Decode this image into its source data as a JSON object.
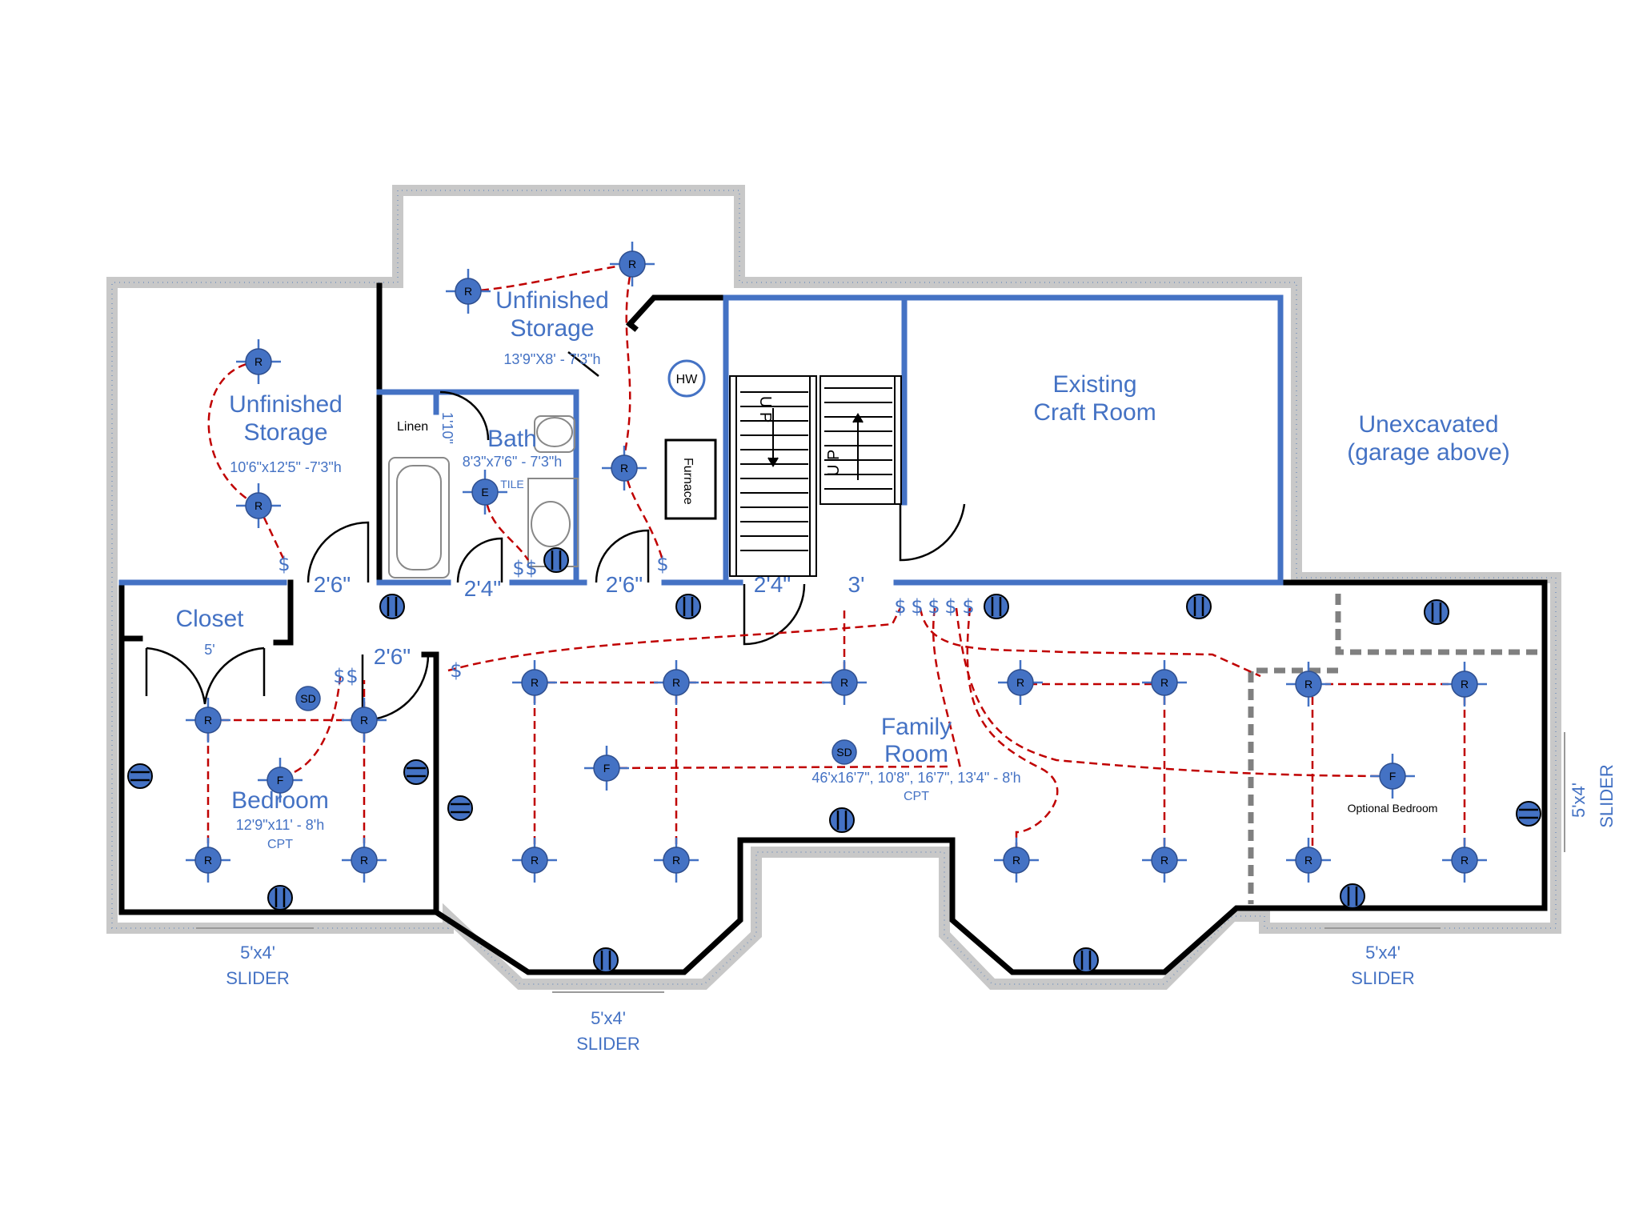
{
  "rooms": {
    "storage_left": {
      "name_line1": "Unfinished",
      "name_line2": "Storage",
      "dims": "10'6\"x12'5\" -7'3\"h"
    },
    "storage_top": {
      "name_line1": "Unfinished",
      "name_line2": "Storage",
      "dims": "13'9\"X8' - 7'3\"h"
    },
    "linen": {
      "name": "Linen",
      "dim": "1'10\""
    },
    "bath": {
      "name": "Bath",
      "dims": "8'3\"x7'6\" - 7'3\"h",
      "floor": "TILE"
    },
    "furnace": {
      "name": "Furnace"
    },
    "hot_water": {
      "name": "HW"
    },
    "stairs": {
      "up_a": "U P",
      "up_b": "U P"
    },
    "craft": {
      "name_line1": "Existing",
      "name_line2": "Craft Room"
    },
    "unexcavated": {
      "name_line1": "Unexcavated",
      "name_line2": "(garage above)"
    },
    "closet": {
      "name": "Closet",
      "width": "5'"
    },
    "bedroom": {
      "name": "Bedroom",
      "dims": "12'9\"x11' - 8'h",
      "floor": "CPT"
    },
    "family": {
      "name_line1": "Family",
      "name_line2": "Room",
      "dims": "46'x16'7\", 10'8\", 16'7\", 13'4\" - 8'h",
      "floor": "CPT"
    },
    "optional_bedroom": {
      "name": "Optional Bedroom"
    }
  },
  "doors": {
    "d1": "2'6\"",
    "d2": "2'4\"",
    "d3": "2'6\"",
    "d4": "2'4\"",
    "d5": "3'",
    "d6": "2'6\""
  },
  "windows": {
    "bedroom": {
      "size": "5'x4'",
      "type": "SLIDER"
    },
    "bay_left": {
      "size": "5'x4'",
      "type": "SLIDER"
    },
    "optional": {
      "size": "5'x4'",
      "type": "SLIDER"
    },
    "east": {
      "size": "5'x4'",
      "type": "SLIDER"
    }
  },
  "symbols": {
    "recessed": "R",
    "fan": "F",
    "exhaust": "E",
    "smoke": "SD",
    "switch": "$"
  },
  "colors": {
    "wall_new": "#4472C4",
    "wall_existing": "#000000",
    "wiring": "#c00000",
    "fixture": "#4472C4"
  }
}
